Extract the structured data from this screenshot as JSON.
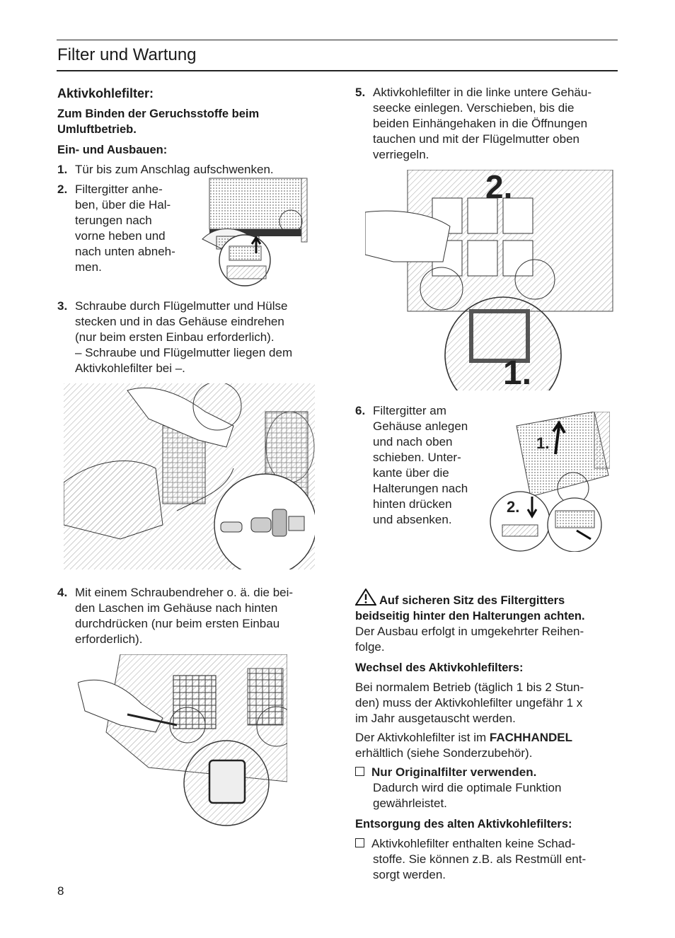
{
  "header": {
    "title": "Filter und Wartung"
  },
  "left": {
    "heading": "Aktivkohlefilter:",
    "subtitle": [
      "Zum Binden der Geruchsstoffe beim",
      "Umluftbetrieb."
    ],
    "install_heading": "Ein- und Ausbauen:",
    "step1": {
      "num": "1.",
      "lines": [
        "Tür bis zum Anschlag aufschwenken."
      ]
    },
    "step2": {
      "num": "2.",
      "lines": [
        "Filtergitter anhe-",
        "ben, über die Hal-",
        "terungen nach",
        "vorne heben und",
        "nach unten abneh-",
        "men."
      ]
    },
    "step3": {
      "num": "3.",
      "lines": [
        "Schraube durch Flügelmutter und Hülse",
        "stecken und in das Gehäuse eindrehen",
        "(nur beim ersten Einbau erforderlich).",
        "– Schraube und Flügelmutter liegen dem",
        "Aktivkohlefilter bei –."
      ]
    },
    "step4": {
      "num": "4.",
      "lines": [
        "Mit einem Schraubendreher o. ä. die bei-",
        "den Laschen im Gehäuse nach hinten",
        "durchdrücken (nur beim ersten Einbau",
        "erforderlich)."
      ]
    }
  },
  "right": {
    "step5": {
      "num": "5.",
      "lines": [
        "Aktivkohlefilter in die linke untere Gehäu-",
        "seecke einlegen. Verschieben, bis die",
        "beiden Einhängehaken in die Öffnungen",
        "tauchen und mit der Flügelmutter oben",
        "verriegeln."
      ]
    },
    "fig5_labels": {
      "top": "2.",
      "bottom": "1."
    },
    "step6": {
      "num": "6.",
      "lines": [
        "Filtergitter am",
        "Gehäuse anlegen",
        "und nach oben",
        "schieben. Unter-",
        "kante über die",
        "Halterungen nach",
        "hinten drücken",
        "und absenken."
      ]
    },
    "fig6_labels": {
      "top": "1.",
      "bottom": "2."
    },
    "warning": [
      "Auf sicheren Sitz des Filtergitters",
      "beidseitig hinter den Halterungen achten."
    ],
    "removal": [
      "Der Ausbau erfolgt in umgekehrter Reihen-",
      "folge."
    ],
    "change_heading": "Wechsel des Aktivkohlefilters:",
    "change_text": [
      "Bei normalem Betrieb (täglich 1 bis 2 Stun-",
      "den) muss der Aktivkohlefilter ungefähr 1 x",
      "im Jahr ausgetauscht werden."
    ],
    "dealer_text_pre": "Der Aktivkohlefilter ist im ",
    "dealer_text_bold": "FACHHANDEL",
    "dealer_text_post": "erhältlich (siehe Sonderzubehör).",
    "original_bold": "Nur Originalfilter verwenden.",
    "original_text": [
      "Dadurch wird die optimale Funktion",
      "gewährleistet."
    ],
    "disposal_heading": "Entsorgung des alten Aktivkohlefilters:",
    "disposal_text": [
      "Aktivkohlefilter enthalten keine Schad-",
      "stoffe. Sie können z.B. als Restmüll ent-",
      "sorgt werden."
    ]
  },
  "footer": {
    "page_number": "8"
  }
}
